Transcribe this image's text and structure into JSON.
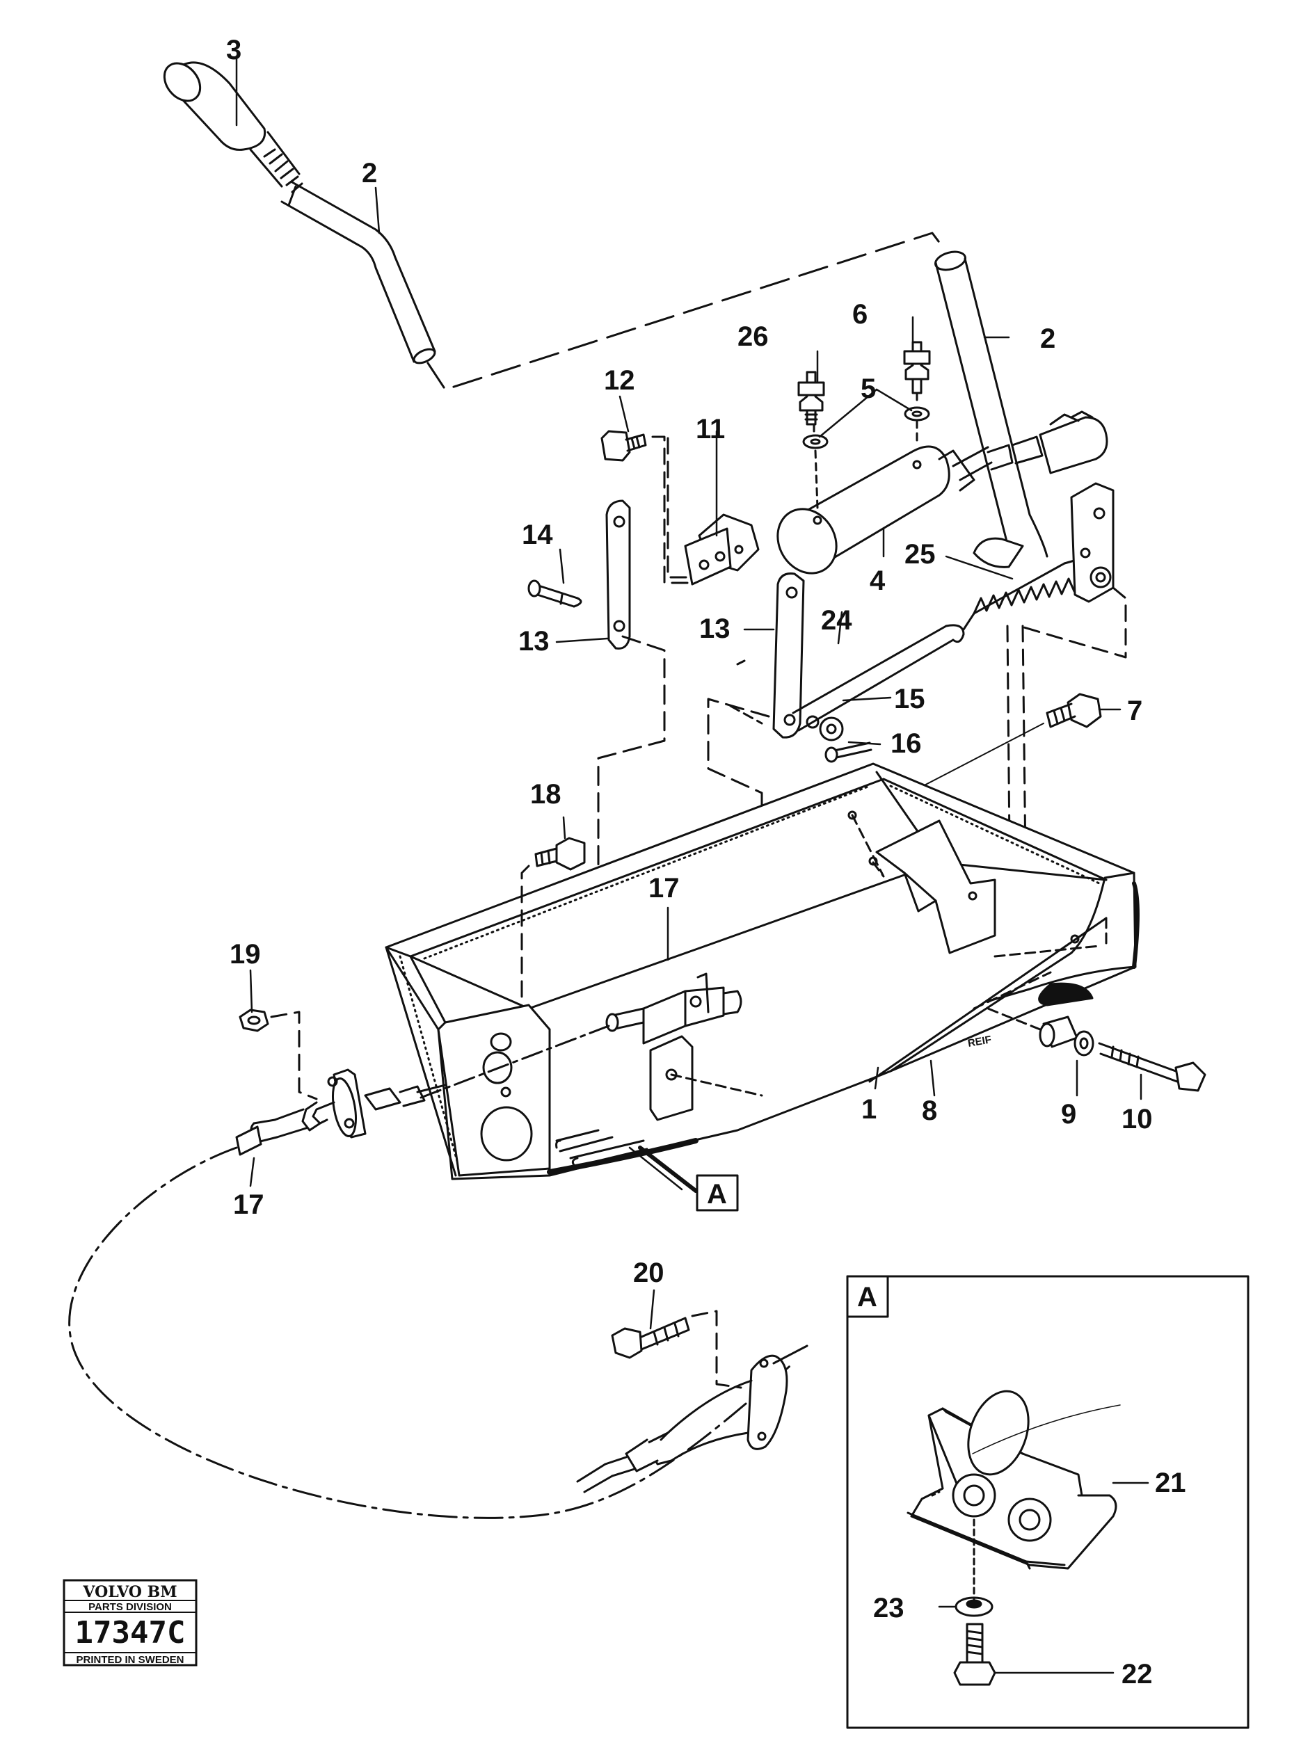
{
  "callouts": {
    "n1": "1",
    "n2": "2",
    "n3": "3",
    "n4": "4",
    "n5": "5",
    "n6": "6",
    "n7": "7",
    "n8": "8",
    "n9": "9",
    "n10": "10",
    "n11": "11",
    "n12": "12",
    "n13": "13",
    "n14": "14",
    "n15": "15",
    "n16": "16",
    "n17": "17",
    "n18": "18",
    "n19": "19",
    "n20": "20",
    "n21": "21",
    "n22": "22",
    "n23": "23",
    "n24": "24",
    "n25": "25",
    "n26": "26"
  },
  "detail_tag": "A",
  "engraving": "REIF",
  "stamp": {
    "brand": "VOLVO BM",
    "division": "PARTS DIVISION",
    "number": "17347C",
    "printed": "PRINTED IN SWEDEN"
  },
  "icons": [
    "lever-knob",
    "gear-lever",
    "damper-cylinder",
    "return-spring",
    "mounting-bracket",
    "control-cable",
    "bolt",
    "nut",
    "washer",
    "weld-nut-plate"
  ]
}
